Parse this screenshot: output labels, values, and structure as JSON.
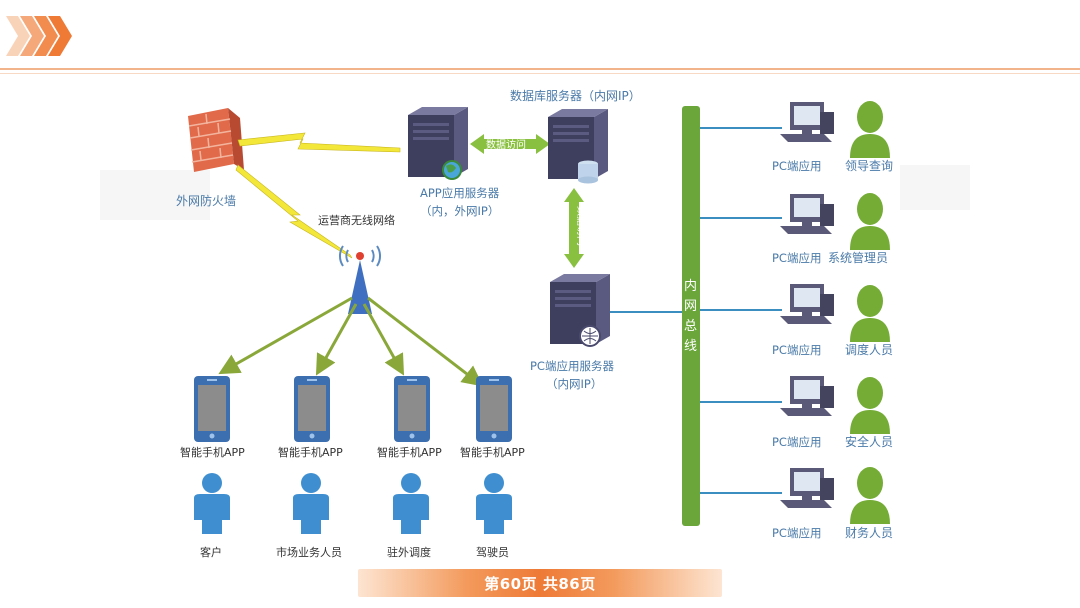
{
  "diagram": {
    "firewall_label": "外网防火墙",
    "wireless_label": "运营商无线网络",
    "app_server_label_1": "APP应用服务器",
    "app_server_label_2": "（内，外网IP）",
    "db_server_label": "数据库服务器（内网IP）",
    "pc_server_label_1": "PC端应用服务器",
    "pc_server_label_2": "（内网IP）",
    "data_access_h": "数据访问",
    "data_access_v": "数据访问",
    "bus_label": "内网总线",
    "phones": [
      {
        "app": "智能手机APP",
        "user": "客户"
      },
      {
        "app": "智能手机APP",
        "user": "市场业务人员"
      },
      {
        "app": "智能手机APP",
        "user": "驻外调度"
      },
      {
        "app": "智能手机APP",
        "user": "驾驶员"
      }
    ],
    "pcs": [
      {
        "app": "PC端应用",
        "user": "领导查询"
      },
      {
        "app": "PC端应用",
        "user": "系统管理员"
      },
      {
        "app": "PC端应用",
        "user": "调度人员"
      },
      {
        "app": "PC端应用",
        "user": "安全人员"
      },
      {
        "app": "PC端应用",
        "user": "财务人员"
      }
    ]
  },
  "footer": {
    "page_text": "第60页  共86页"
  },
  "colors": {
    "accent": "#ee7a36",
    "bus": "#6aa63a",
    "person_blue": "#3f8fd0",
    "person_green": "#74ac36",
    "server": "#4a4a6e"
  }
}
